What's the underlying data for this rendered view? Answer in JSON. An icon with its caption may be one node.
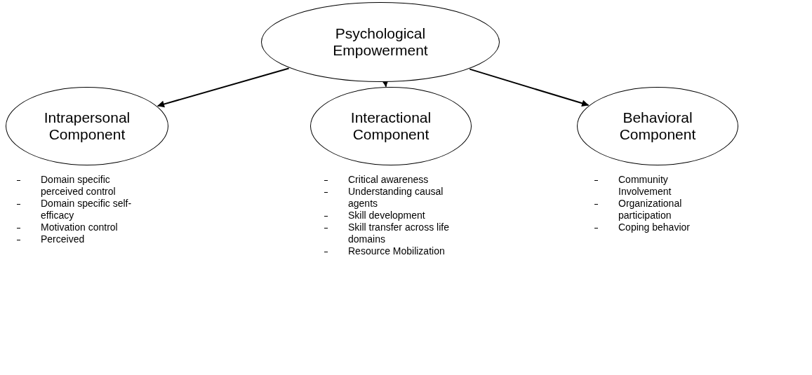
{
  "diagram": {
    "nodes": [
      {
        "text": [
          "Psychological Empowerment"
        ]
      },
      {
        "text": [
          "Intrapersonal Component"
        ],
        "beside": [
          "Domain specific perceived control",
          "Domain specific self-efficacy",
          "Motivation control",
          "Perceived"
        ]
      },
      {
        "text": [
          "Interactional Component"
        ],
        "beside": [
          "Critical awareness",
          "Understanding causal agents",
          "Skill development",
          "Skill transfer across life domains",
          "Resource Mobilization"
        ]
      },
      {
        "text": [
          "Behavioral Component"
        ],
        "beside": [
          "Community Involvement",
          "Organizational participation",
          "Coping behavior"
        ]
      }
    ],
    "edges": [
      {
        "from": 0,
        "to": 1,
        "arrow": "to"
      },
      {
        "from": 0,
        "to": 2,
        "arrow": "to"
      },
      {
        "from": 0,
        "to": 3,
        "arrow": "to"
      }
    ]
  }
}
